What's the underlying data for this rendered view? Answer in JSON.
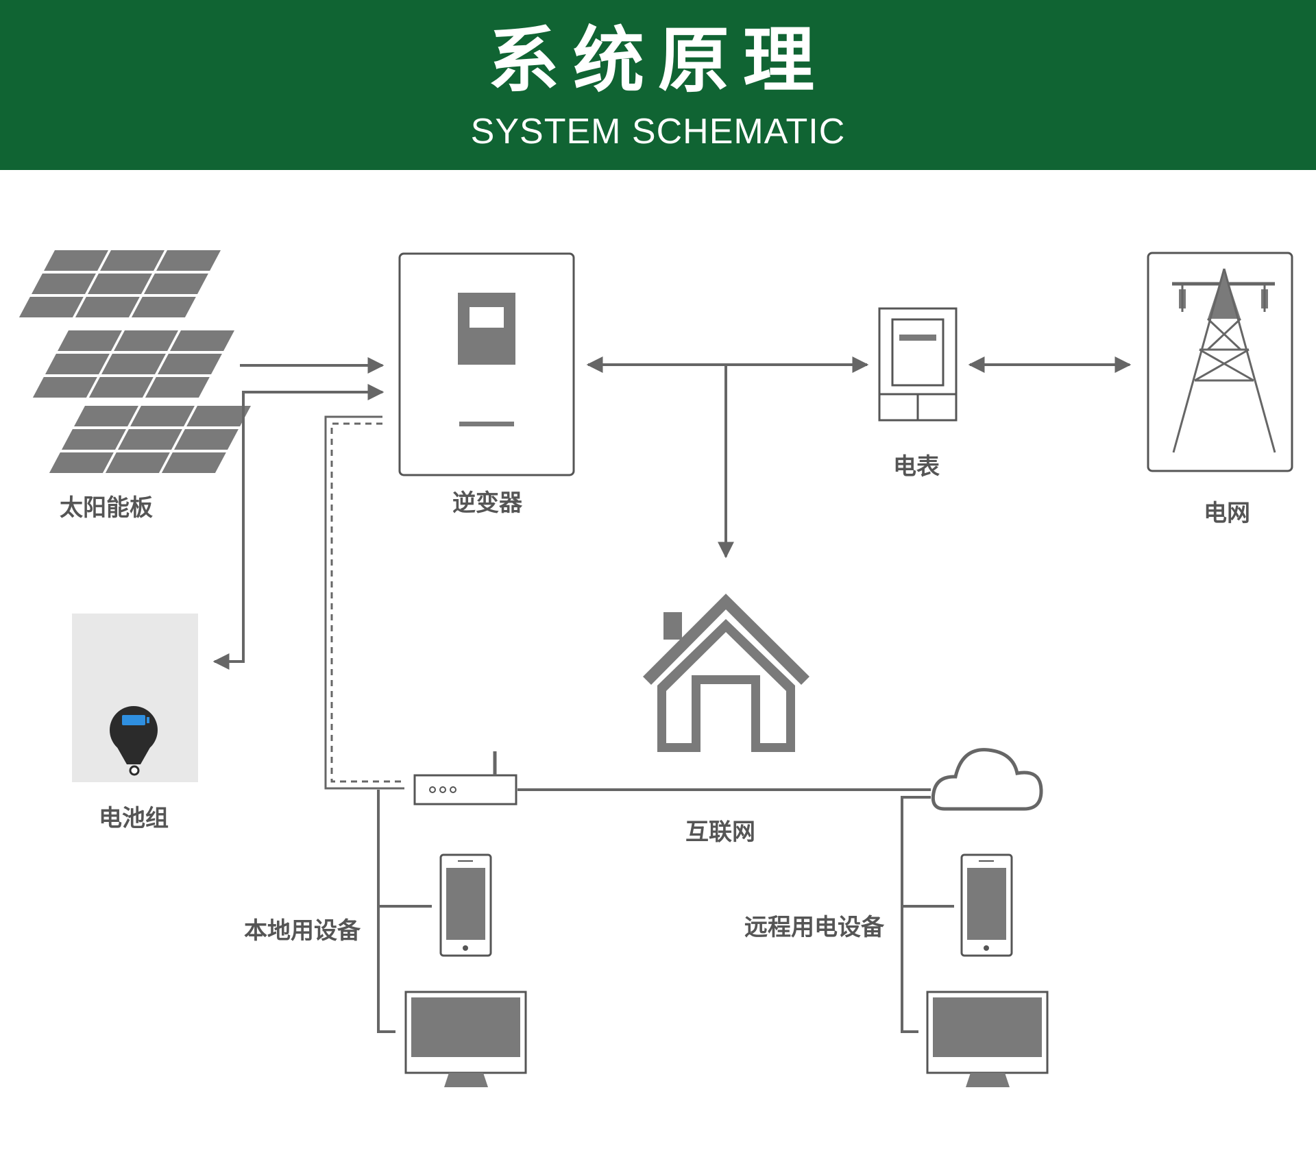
{
  "header": {
    "title_cn": "系统原理",
    "title_en": "SYSTEM SCHEMATIC"
  },
  "labels": {
    "solar_panels": "太阳能板",
    "inverter": "逆变器",
    "meter": "电表",
    "grid": "电网",
    "battery": "电池组",
    "internet": "互联网",
    "local_devices": "本地用设备",
    "remote_devices": "远程用电设备"
  },
  "colors": {
    "header_bg": "#106433",
    "line": "#666666",
    "icon_fill": "#7a7a7a",
    "label": "#555555",
    "battery_screen": "#2f8fe0"
  },
  "icons": [
    "solar-panel-icon",
    "inverter-icon",
    "meter-icon",
    "power-tower-icon",
    "battery-icon",
    "house-icon",
    "router-icon",
    "cloud-icon",
    "phone-icon",
    "monitor-icon"
  ]
}
